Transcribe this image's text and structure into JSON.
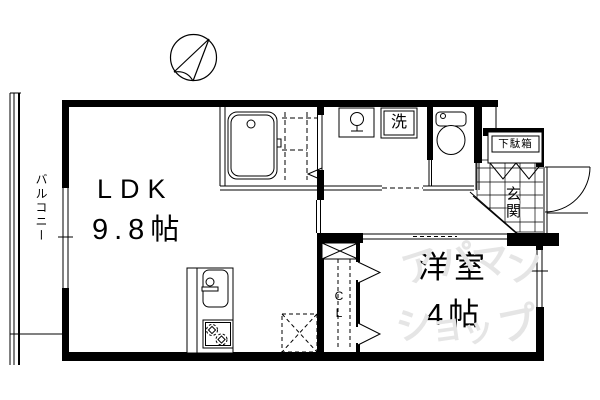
{
  "floorplan": {
    "rooms": {
      "ldk": {
        "label": "LDK",
        "size": "9.8帖"
      },
      "western_room": {
        "label": "洋室",
        "size": "4帖"
      },
      "balcony": {
        "label": "バルコニー"
      },
      "entrance": {
        "label": "玄関"
      },
      "shoe_cabinet": {
        "label": "下駄箱"
      },
      "washer": {
        "label": "洗"
      },
      "closet": {
        "label": "CL"
      }
    },
    "watermark": {
      "row1": "アパマン",
      "row2": "ショップ"
    }
  }
}
